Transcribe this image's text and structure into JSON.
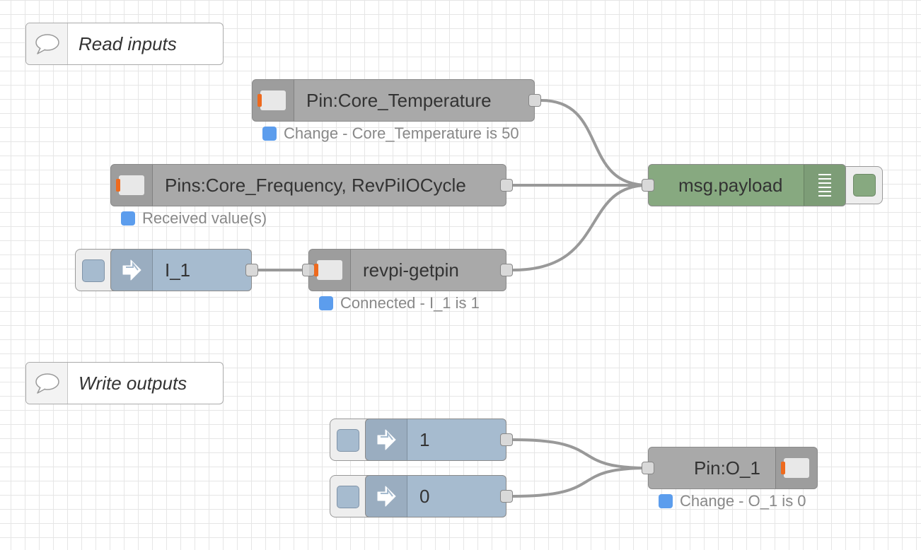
{
  "colors": {
    "canvas_grid": "#e6e6e6",
    "wire": "#999999",
    "revpi_node": "#a9a9a9",
    "inject_node": "#a6bbcf",
    "debug_node": "#87a980",
    "status_dot": "#5c9ded",
    "revpi_accent": "#ee6a1e"
  },
  "comments": {
    "read_inputs": "Read inputs",
    "write_outputs": "Write outputs"
  },
  "nodes": {
    "core_temperature": {
      "label": "Pin:Core_Temperature",
      "icon": "revpi-chip-icon",
      "status": "Change - Core_Temperature is 50",
      "status_color": "blue"
    },
    "core_frequency": {
      "label": "Pins:Core_Frequency, RevPiIOCycle",
      "icon": "revpi-chip-icon",
      "status": "Received value(s)",
      "status_color": "blue"
    },
    "inject_i1": {
      "label": "I_1",
      "icon": "inject-arrow-icon"
    },
    "getpin": {
      "label": "revpi-getpin",
      "icon": "revpi-chip-icon",
      "status": "Connected - I_1 is 1",
      "status_color": "blue"
    },
    "debug": {
      "label": "msg.payload",
      "icon": "debug-list-icon"
    },
    "inject_1": {
      "label": "1",
      "icon": "inject-arrow-icon"
    },
    "inject_0": {
      "label": "0",
      "icon": "inject-arrow-icon"
    },
    "output_o1": {
      "label": "Pin:O_1",
      "icon": "revpi-chip-icon",
      "status": "Change - O_1 is 0",
      "status_color": "blue"
    }
  }
}
